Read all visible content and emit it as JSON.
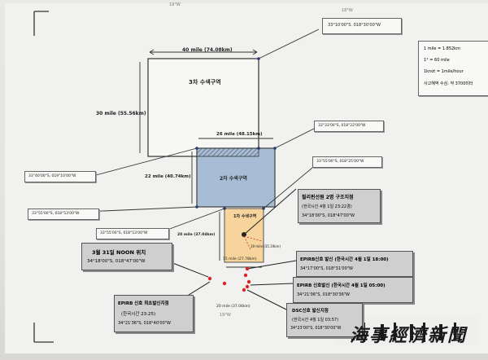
{
  "page": {
    "lon_top_left": "19°W",
    "lon_top_right": "18°W",
    "lon_bottom": "19°W",
    "newspaper": "海事經濟新聞"
  },
  "zones": {
    "zone3": {
      "label": "3차 수색구역"
    },
    "zone2": {
      "label": "2차 수색구역"
    },
    "zone1": {
      "label": "1차 수색구역"
    }
  },
  "dims": {
    "z3_width": "40 mile (74.08km)",
    "z3_height": "30 mile (55.56km)",
    "z2_width": "26 mile (48.15km)",
    "z2_height": "22 mile (40.74km)",
    "z1_height": "20 mile (37.04km)",
    "z1_width": "15 mile (27.78km)",
    "z1_range": "19 mile (35.19km)",
    "bottom_range": "20 mile (37.04km)"
  },
  "coords": {
    "c1": "33°10'00\"S, 018°30'00\"W",
    "c2": "33°33'00\"S, 018°22'00\"W",
    "c3": "33°40'00\"S, 019°10'00\"W",
    "c4": "33°55'00\"S, 018°25'00\"W",
    "c5": "33°55'00\"S, 018°53'00\"W",
    "c6": "33°55'00\"S, 018°53'00\"W"
  },
  "notes": [
    "1 mile = 1.852km",
    "1° = 60 mile",
    "1knot = 1mile/hour",
    "사고해역 수심: 약 3700미터"
  ],
  "events": {
    "survivors": {
      "title": "필리핀선원 2명 구조지점",
      "time": "(한국시간 4월 1일 23:22경)",
      "coord": "34°18'00\"S, 018°47'00\"W"
    },
    "noon": {
      "title": "3월 31일 NOON 위치",
      "coord": "34°18'00\"S, 018°47'00\"W"
    },
    "epirb18": {
      "title": "EPIRB신호 발신 (한국시간 4월 1일 18:00)",
      "coord": "34°17'00\"S, 018°31'00\"W"
    },
    "epirb05": {
      "title": "EPIRB 신호발신 (한국시간 4월 1일 05:00)",
      "coord": "34°21'06\"S, 018°30'36\"W"
    },
    "epirb1": {
      "title": "EPIRB 신호 최초발신지점",
      "time": "(한국시간 23:25)",
      "coord": "34°21'36\"S, 018°40'00\"W"
    },
    "dsc": {
      "title": "DSC신호 발신지점",
      "time": "(한국시간 4월 1일 03:57)",
      "coord": "34°23'00\"S, 018°30'00\"W"
    }
  }
}
